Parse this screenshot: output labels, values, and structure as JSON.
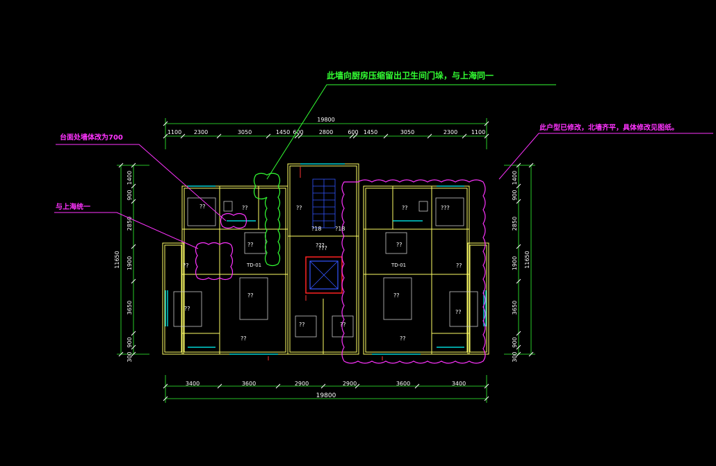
{
  "annotations": {
    "green_note": "此墙向厨房压缩留出卫生间门垛，与上海同一",
    "magenta_note_right": "此户型已修改，北墙齐平，具体修改见图纸。",
    "magenta_note_left_1": "台面处墙体改为700",
    "magenta_note_left_2": "与上海统一"
  },
  "dims_top": {
    "total": "19800",
    "segments": [
      "1100",
      "2300",
      "3050",
      "1450",
      "600",
      "2800",
      "600",
      "1450",
      "3050",
      "2300",
      "1100"
    ]
  },
  "dims_bottom": {
    "total": "19800",
    "segments": [
      "3400",
      "3600",
      "2900",
      "2900",
      "3600",
      "3400"
    ]
  },
  "dims_left": {
    "total": "11650",
    "segments": [
      "1400",
      "900",
      "2850",
      "1900",
      "3650",
      "900",
      "300"
    ]
  },
  "dims_right": {
    "total": "11650",
    "segments": [
      "1400",
      "900",
      "2850",
      "1900",
      "3650",
      "900",
      "300"
    ]
  },
  "room_labels": [
    "??",
    "??",
    "??",
    "??",
    "???",
    "???",
    "??",
    "??",
    "??",
    "??",
    "??",
    "??",
    "??",
    "??",
    "??",
    "??",
    "??",
    "??"
  ],
  "unit_tags": [
    "TD-01",
    "TD-01"
  ],
  "core_labels": [
    "?18",
    "?18",
    "???"
  ],
  "colors": {
    "background": "#000000",
    "wall": "#ffff66",
    "wall_inner": "#e8e8a0",
    "dimension": "#33ff33",
    "dimension_text": "#ffffff",
    "window": "#00ffff",
    "revision_cloud_magenta": "#ff33ff",
    "revision_cloud_green": "#33ff33",
    "door": "#ff3333",
    "elevator_red": "#ff2222",
    "elevator_blue": "#3355ff",
    "furniture": "#c8c8c8"
  }
}
